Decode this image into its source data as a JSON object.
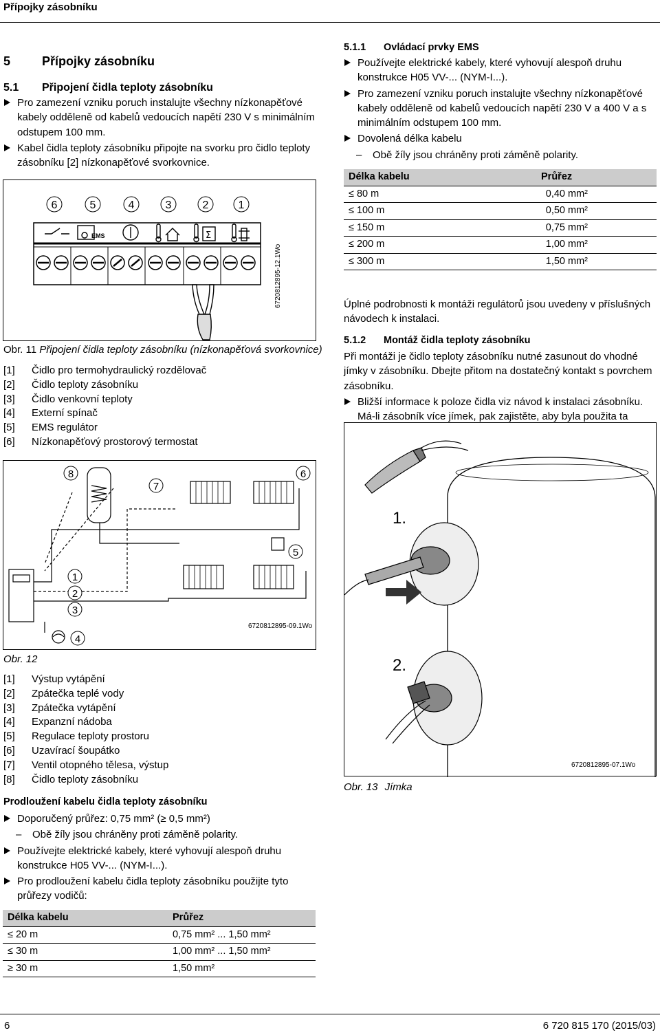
{
  "header": {
    "title": "Přípojky zásobníku"
  },
  "section5": {
    "number": "5",
    "title": "Přípojky zásobníku"
  },
  "section51": {
    "number": "5.1",
    "title": "Připojení čidla teploty zásobníku",
    "bullets": [
      "Pro zamezení vzniku poruch instalujte všechny nízkonapěťové kabely odděleně od kabelů vedoucích napětí 230 V s minimálním odstupem 100 mm.",
      "Kabel čidla teploty zásobníku připojte na svorku pro čidlo teploty zásobníku [2] nízkonapěťové svorkovnice."
    ]
  },
  "fig11": {
    "terminal_numbers": [
      "6",
      "5",
      "4",
      "3",
      "2",
      "1"
    ],
    "ems_label": "EMS",
    "code": "6720812895-12.1Wo",
    "caption_prefix": "Obr. 11",
    "caption": "Připojení čidla teploty zásobníku (nízkonapěťová svorkovnice)",
    "legend": [
      {
        "key": "[1]",
        "text": "Čidlo pro termohydraulický rozdělovač"
      },
      {
        "key": "[2]",
        "text": "Čidlo teploty zásobníku"
      },
      {
        "key": "[3]",
        "text": "Čidlo venkovní teploty"
      },
      {
        "key": "[4]",
        "text": "Externí spínač"
      },
      {
        "key": "[5]",
        "text": "EMS regulátor"
      },
      {
        "key": "[6]",
        "text": "Nízkonapěťový prostorový termostat"
      }
    ]
  },
  "fig12": {
    "labels": [
      "1",
      "2",
      "3",
      "4",
      "5",
      "6",
      "7",
      "8"
    ],
    "code": "6720812895-09.1Wo",
    "caption": "Obr. 12",
    "legend": [
      {
        "key": "[1]",
        "text": "Výstup vytápění"
      },
      {
        "key": "[2]",
        "text": "Zpátečka teplé vody"
      },
      {
        "key": "[3]",
        "text": "Zpátečka vytápění"
      },
      {
        "key": "[4]",
        "text": "Expanzní nádoba"
      },
      {
        "key": "[5]",
        "text": "Regulace teploty prostoru"
      },
      {
        "key": "[6]",
        "text": "Uzavírací šoupátko"
      },
      {
        "key": "[7]",
        "text": "Ventil otopného tělesa, výstup"
      },
      {
        "key": "[8]",
        "text": "Čidlo teploty zásobníku"
      }
    ]
  },
  "extension": {
    "title": "Prodloužení kabelu čidla teploty zásobníku",
    "bullet1": "Doporučený průřez: 0,75 mm² (≥ 0,5 mm²)",
    "dash1": "Obě žíly jsou chráněny proti záměně polarity.",
    "bullet2": "Používejte elektrické kabely, které vyhovují alespoň druhu konstrukce H05 VV-... (NYM-I...).",
    "bullet3": "Pro prodloužení kabelu čidla teploty zásobníku použijte tyto průřezy vodičů:",
    "table": {
      "headers": [
        "Délka kabelu",
        "Průřez"
      ],
      "rows": [
        [
          "≤ 20 m",
          "0,75 mm² ... 1,50 mm²"
        ],
        [
          "≤ 30 m",
          "1,00 mm² ... 1,50 mm²"
        ],
        [
          "≥ 30 m",
          "1,50 mm²"
        ]
      ]
    }
  },
  "section511": {
    "number": "5.1.1",
    "title": "Ovládací prvky EMS",
    "bullet1": "Používejte elektrické kabely, které vyhovují alespoň druhu konstrukce H05 VV-... (NYM-I...).",
    "bullet2": "Pro zamezení vzniku poruch instalujte všechny nízkonapěťové kabely odděleně od kabelů vedoucích napětí 230 V a 400 V a s minimálním odstupem 100 mm.",
    "bullet3": "Dovolená délka kabelu",
    "dash1": "Obě žíly jsou chráněny proti záměně polarity.",
    "table": {
      "headers": [
        "Délka kabelu",
        "Průřez"
      ],
      "rows": [
        [
          "≤ 80 m",
          "0,40 mm²"
        ],
        [
          "≤ 100 m",
          "0,50 mm²"
        ],
        [
          "≤ 150 m",
          "0,75 mm²"
        ],
        [
          "≤ 200 m",
          "1,00 mm²"
        ],
        [
          "≤ 300 m",
          "1,50 mm²"
        ]
      ]
    },
    "note": "Úplné podrobnosti k montáži regulátorů jsou uvedeny v příslušných návodech k instalaci."
  },
  "section512": {
    "number": "5.1.2",
    "title": "Montáž čidla teploty zásobníku",
    "text": "Při montáži je čidlo teploty zásobníku nutné zasunout do vhodné jímky v zásobníku. Dbejte přitom na dostatečný kontakt s povrchem zásobníku.",
    "bullet1": "Bližší informace k poloze čidla viz návod k instalaci zásobníku.",
    "bullet1b": "Má-li zásobník více jímek, pak zajistěte, aby byla použita ta správná."
  },
  "fig13": {
    "step1": "1.",
    "step2": "2.",
    "code": "6720812895-07.1Wo",
    "caption_prefix": "Obr. 13",
    "caption": "Jímka"
  },
  "footer": {
    "page": "6",
    "doc": "6 720 815 170 (2015/03)"
  }
}
